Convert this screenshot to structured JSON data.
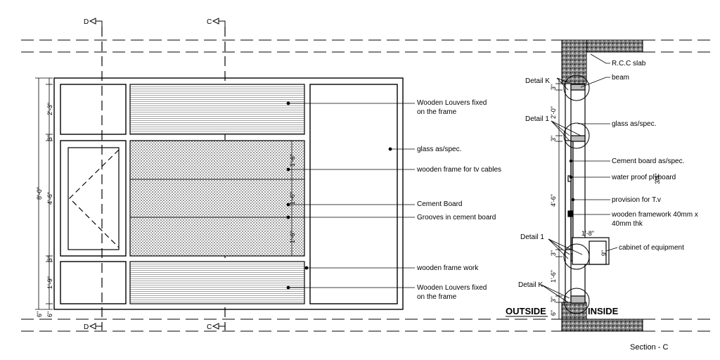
{
  "section_markers": {
    "d_top": "D",
    "c_top": "C",
    "d_bottom": "D",
    "c_bottom": "C"
  },
  "elevation": {
    "dims_outer": [
      "8'-0\""
    ],
    "dims_inner": [
      "2'-3\"",
      "3\"",
      "4'-6\"",
      "3\"",
      "1'-9\"",
      "6\"",
      "6\""
    ],
    "panel_dims": [
      "1'-6\"",
      "1'-6\"",
      "1'-6\""
    ],
    "labels": {
      "louvers_top": [
        "Wooden Louvers fixed",
        "on the frame"
      ],
      "glass": "glass as/spec.",
      "frame_tv": "wooden frame for tv cables",
      "cement_board": "Cement Board",
      "grooves": "Grooves in cement board",
      "frame_work": "wooden frame work",
      "louvers_bottom": [
        "Wooden Louvers fixed",
        "on the frame"
      ]
    }
  },
  "section": {
    "title": "Section - C",
    "outside": "OUTSIDE",
    "inside": "INSIDE",
    "details": {
      "k_top": "Detail K",
      "one_top": "Detail 1",
      "one_bottom": "Detail 1",
      "k_bottom": "Detail K"
    },
    "dims": [
      "3\"",
      "2'-0\"",
      "3\"",
      "4'-6\"",
      "3\"",
      "1'-6\"",
      "3\"",
      "6\""
    ],
    "small_dims": {
      "cab_width": "1'-8\"",
      "cab_height": "9\"",
      "ply": "3/4\""
    },
    "labels": {
      "rcc": "R.C.C slab",
      "beam": "beam",
      "glass": "glass as/spec.",
      "cement": "Cement board as/spec.",
      "ply": "water proof plyboard",
      "tv": "provision for T.v",
      "framework": [
        "wooden framework 40mm x",
        "40mm thk"
      ],
      "cabinet": "cabinet of equipment"
    }
  }
}
